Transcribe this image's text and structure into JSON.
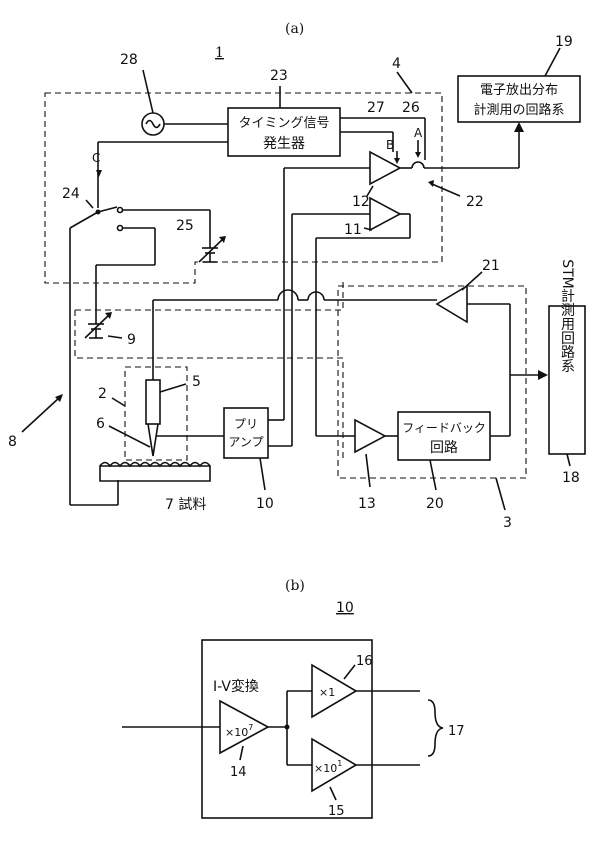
{
  "figure_a": {
    "caption": "(a)",
    "system_number": "1",
    "timing_generator": {
      "line1": "タイミング信号",
      "line2": "発生器"
    },
    "emission_circuit": {
      "line1": "電子放出分布",
      "line2": "計測用の回路系"
    },
    "stm_circuit": "STM計測用回路系",
    "feedback_circuit": {
      "line1": "フィードバック",
      "line2": "回路"
    },
    "preamp": {
      "line1": "プリ",
      "line2": "アンプ"
    },
    "sample_label": "7 試料",
    "signal_labels": {
      "a": "A",
      "b": "B",
      "c": "C"
    },
    "refs": {
      "r2": "2",
      "r3": "3",
      "r4": "4",
      "r5": "5",
      "r6": "6",
      "r8": "8",
      "r9": "9",
      "r10": "10",
      "r11": "11",
      "r12": "12",
      "r13": "13",
      "r18": "18",
      "r19": "19",
      "r20": "20",
      "r21": "21",
      "r22": "22",
      "r23": "23",
      "r24": "24",
      "r25": "25",
      "r26": "26",
      "r27": "27",
      "r28": "28"
    }
  },
  "figure_b": {
    "caption": "(b)",
    "block_number": "10",
    "iv_label": "I-V変換",
    "gain_main": "×10",
    "gain_main_exp": "7",
    "gain_low": "×10",
    "gain_low_exp": "1",
    "gain_unity": "×1",
    "refs": {
      "r14": "14",
      "r15": "15",
      "r16": "16",
      "r17": "17"
    }
  }
}
